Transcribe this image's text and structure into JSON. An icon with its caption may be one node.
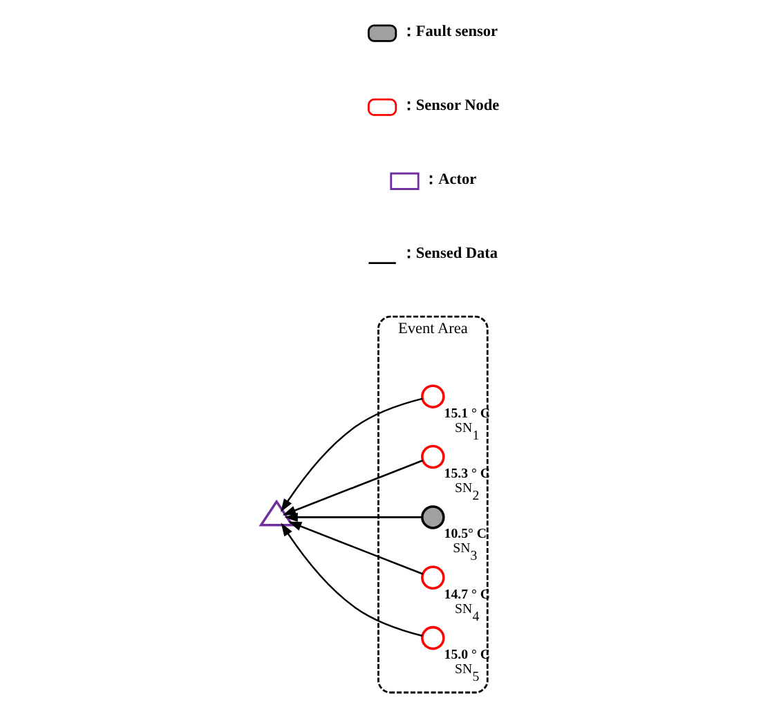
{
  "diagram": {
    "nodes": [
      {
        "text": [
          "Event Area"
        ]
      },
      {
        "text": [],
        "shape": "triangle"
      },
      {
        "text": [],
        "shape": "circle",
        "in": 0,
        "beside": [
          "15.1 ° C",
          "SN$_{1}$"
        ]
      },
      {
        "text": [],
        "shape": "circle",
        "in": 0,
        "beside": [
          "15.3 ° C",
          "SN$_{2}$"
        ]
      },
      {
        "text": [],
        "shape": "circle",
        "in": 0,
        "beside": [
          "10.5° C",
          "SN$_{3}$"
        ]
      },
      {
        "text": [],
        "shape": "circle",
        "in": 0,
        "beside": [
          "14.7 ° C",
          "SN$_{4}$"
        ]
      },
      {
        "text": [],
        "shape": "circle",
        "in": 0,
        "beside": [
          "15.0 ° C",
          "SN$_{5}$"
        ]
      }
    ],
    "edges": [
      {
        "from": 2,
        "to": 1,
        "arrow": "to"
      },
      {
        "from": 3,
        "to": 1,
        "arrow": "to"
      },
      {
        "from": 4,
        "to": 1,
        "arrow": "to"
      },
      {
        "from": 5,
        "to": 1,
        "arrow": "to"
      },
      {
        "from": 6,
        "to": 1,
        "arrow": "to"
      }
    ],
    "legend": [
      {
        "text": "：Fault sensor"
      },
      {
        "text": "：Sensor Node"
      },
      {
        "text": "：Actor"
      },
      {
        "text": "：Sensed Data"
      }
    ]
  }
}
